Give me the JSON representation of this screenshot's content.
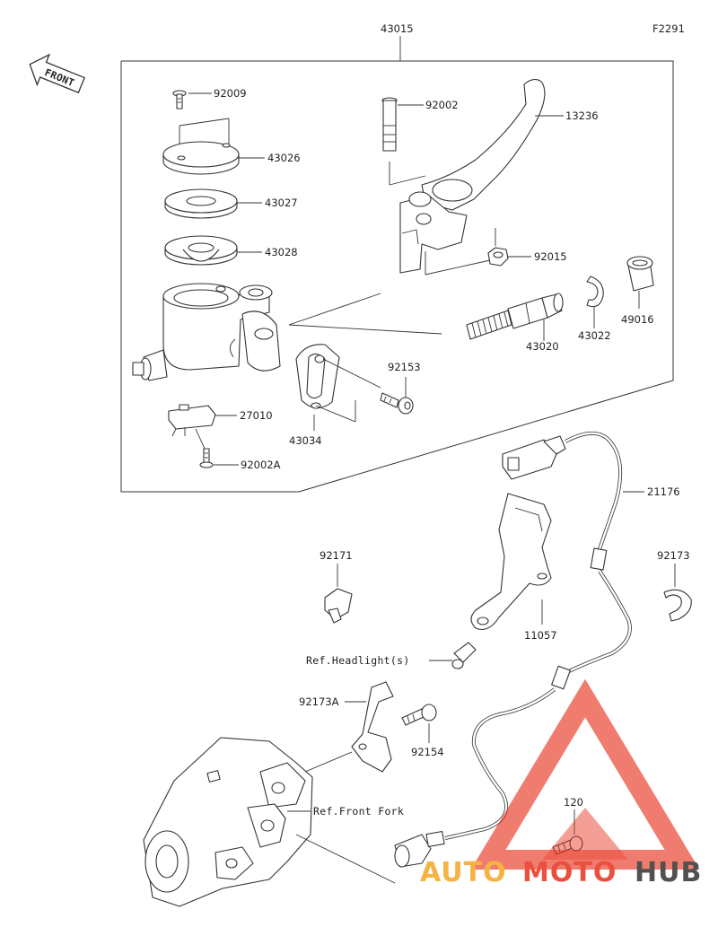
{
  "diagram": {
    "figure_code": "F2291",
    "front_label": "FRONT",
    "assembly_number": "43015",
    "parts": {
      "p92009": "92009",
      "p43026": "43026",
      "p43027": "43027",
      "p43028": "43028",
      "p92002": "92002",
      "p13236": "13236",
      "p92015": "92015",
      "p49016": "49016",
      "p43022": "43022",
      "p43020": "43020",
      "p92153": "92153",
      "p43034": "43034",
      "p27010": "27010",
      "p92002A": "92002A",
      "p21176": "21176",
      "p92171": "92171",
      "p92173": "92173",
      "p11057": "11057",
      "p92173A": "92173A",
      "p92154": "92154",
      "p120": "120"
    },
    "references": {
      "headlight": "Ref.Headlight(s)",
      "front_fork": "Ref.Front Fork"
    }
  },
  "watermark": {
    "prefix": "AUTO",
    "middle": "MOTO",
    "suffix": "HUB",
    "colors": {
      "triangle": "#e8321e",
      "auto": "#f5a623",
      "moto": "#e8321e",
      "hub": "#333333"
    }
  }
}
